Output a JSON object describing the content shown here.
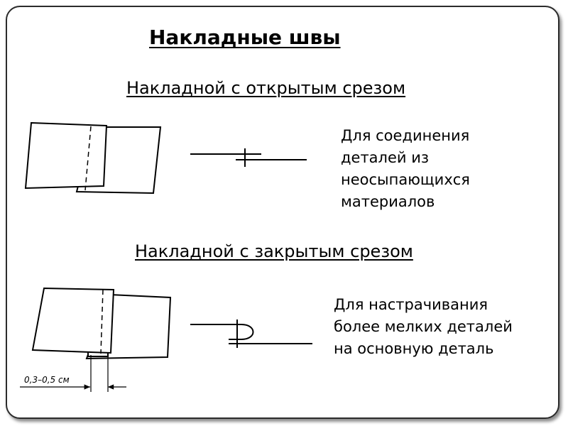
{
  "title": "Накладные швы",
  "sections": [
    {
      "heading": "Накладной с открытым срезом",
      "description": [
        "Для соединения",
        "деталей из",
        "неосыпающихся",
        "материалов"
      ]
    },
    {
      "heading": "Накладной с закрытым срезом",
      "description": [
        "Для настрачивания",
        "более мелких деталей",
        "на основную деталь"
      ],
      "dimension_label": "0,3–0,5 см"
    }
  ]
}
